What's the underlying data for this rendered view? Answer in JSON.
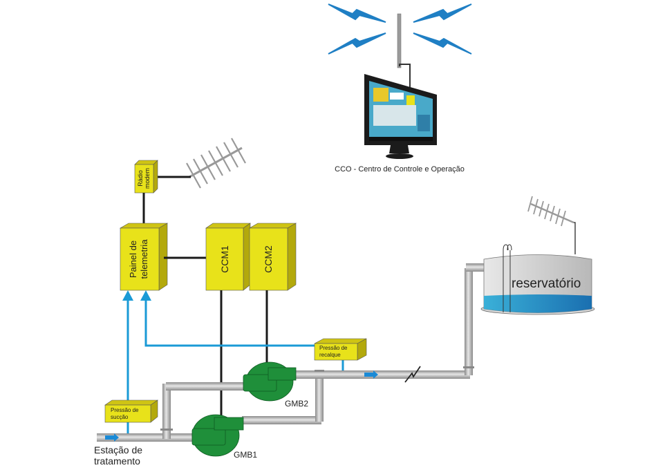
{
  "cco": {
    "label": "CCO - Centro de Controle e Operação"
  },
  "radio_modem": {
    "line1": "Rádio",
    "line2": "modem"
  },
  "telemetry_panel": {
    "line1": "Painel de",
    "line2": "telemetria"
  },
  "ccm1": {
    "label": "CCM1"
  },
  "ccm2": {
    "label": "CCM2"
  },
  "reservoir": {
    "label": "reservatório"
  },
  "suction_pressure": {
    "line1": "Pressão de",
    "line2": "sucção"
  },
  "discharge_pressure": {
    "line1": "Pressão de",
    "line2": "recalque"
  },
  "pump1": {
    "label": "GMB1"
  },
  "pump2": {
    "label": "GMB2"
  },
  "source": {
    "line1": "Estação de",
    "line2": "tratamento"
  },
  "colors": {
    "box_yellow": "#e8e21a",
    "pump_green": "#1f8f3a",
    "signal_blue": "#1a9ad6",
    "pipe_gray": "#b5b5b5",
    "water_blue": "#2a8fc4"
  }
}
